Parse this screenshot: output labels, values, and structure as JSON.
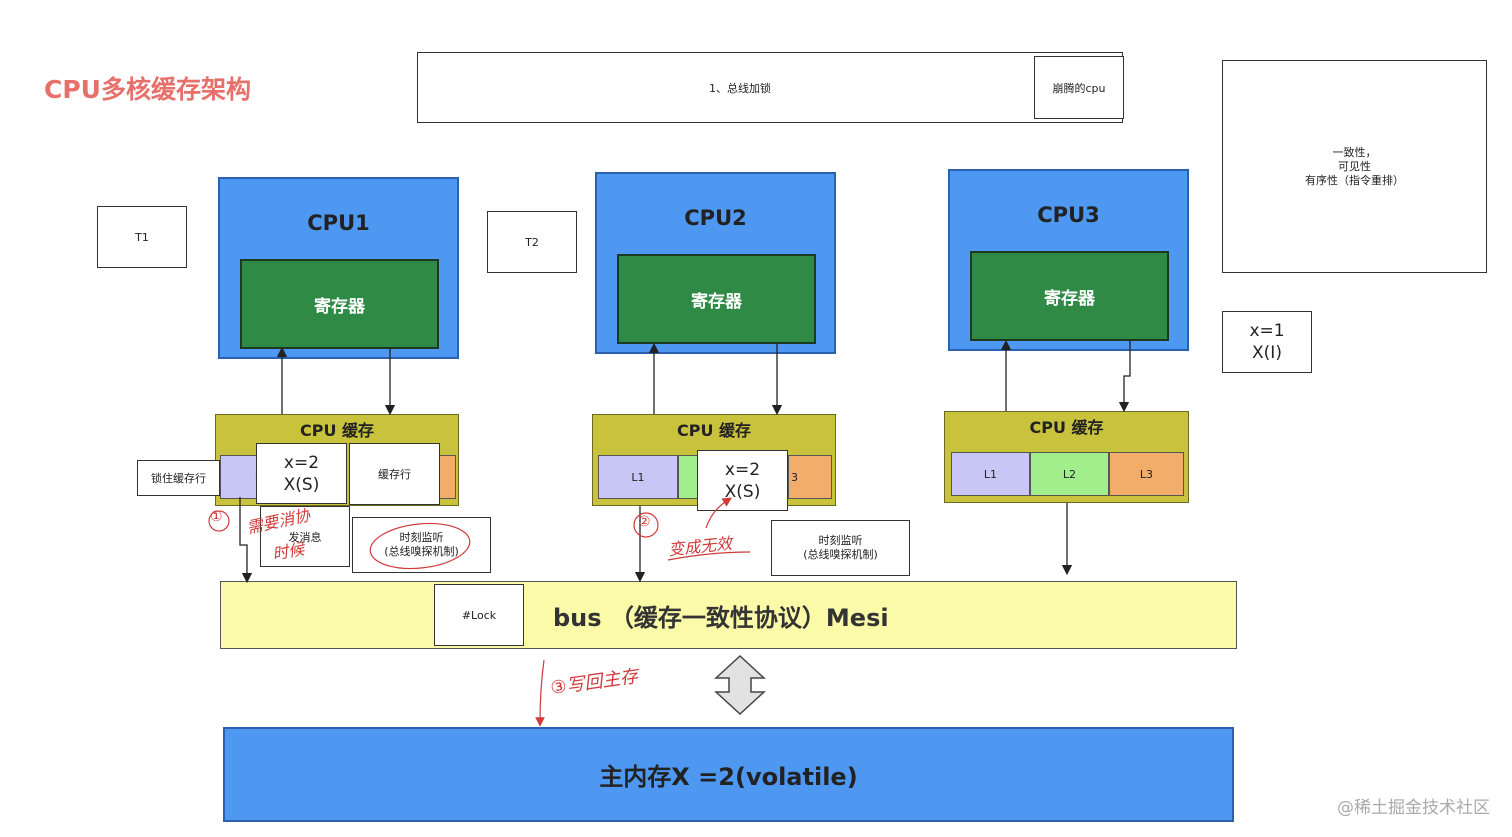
{
  "title": "CPU多核缓存架构",
  "top_box": {
    "label": "1、总线加锁",
    "inner_label": "崩腾的cpu"
  },
  "props_box": {
    "lines": "一致性，\n可见性\n有序性（指令重排）"
  },
  "threads": {
    "t1": "T1",
    "t2": "T2"
  },
  "cpus": [
    {
      "name": "CPU1",
      "register": "寄存器",
      "cache_label": "CPU 缓存"
    },
    {
      "name": "CPU2",
      "register": "寄存器",
      "cache_label": "CPU 缓存"
    },
    {
      "name": "CPU3",
      "register": "寄存器",
      "cache_label": "CPU 缓存"
    }
  ],
  "cache_cells": {
    "l1": "L1",
    "l2": "L2",
    "l3": "L3",
    "l1_partial": "L",
    "l3_partial": "3"
  },
  "cpu1_notes": {
    "lock_line": "锁住缓存行",
    "x_state": "x=2\nX(S)",
    "cache_line": "缓存行",
    "send_msg": "发消息",
    "monitor": "时刻监听\n(总线嗅探机制)"
  },
  "cpu2_notes": {
    "x_state": "x=2\nX(S)",
    "monitor": "时刻监听\n(总线嗅探机制)"
  },
  "cpu3_notes": {
    "x_state": "x=1\nX(I)"
  },
  "bus": {
    "label": "bus （缓存一致性协议）Mesi",
    "lock": "#Lock"
  },
  "memory": {
    "label": "主内存X =2(volatile)"
  },
  "handwriting": {
    "n1": "①",
    "note1": "需要消协",
    "note1b": "时候",
    "n2": "②",
    "note2": "变成无效",
    "note3": "③写回主存"
  },
  "watermark": "@稀土掘金技术社区",
  "colors": {
    "cpu": "#4e98f2",
    "register": "#2f8a46",
    "cache": "#c8c23c",
    "bus": "#fafaa8",
    "title": "#e8706b",
    "ink": "#d03a3a"
  }
}
